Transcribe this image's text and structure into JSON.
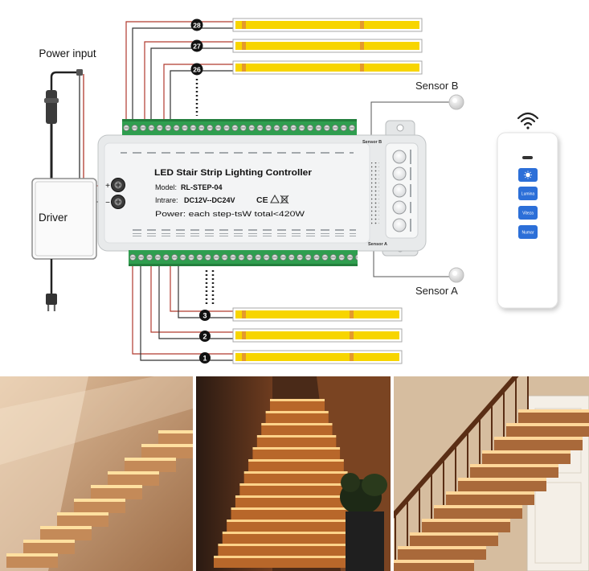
{
  "power_input": {
    "label": "Power input"
  },
  "driver": {
    "label": "Driver"
  },
  "controller": {
    "title": "LED Stair Strip Lighting Controller",
    "model_label": "Model:",
    "model_value": "RL-STEP-04",
    "input_label": "Intrare:",
    "input_value": "DC12V--DC24V",
    "power": "Power: each step-tsW total<420W",
    "plus": "+",
    "minus": "−",
    "cert_mark": "CE",
    "sensor_b_port": "Sensor B",
    "sensor_a_port": "Sensor A"
  },
  "strips_top": [
    {
      "number": "28"
    },
    {
      "number": "27"
    },
    {
      "number": "26"
    }
  ],
  "strips_bottom": [
    {
      "number": "3"
    },
    {
      "number": "2"
    },
    {
      "number": "1"
    }
  ],
  "sensors": {
    "b_label": "Sensor B",
    "a_label": "Sensor A"
  },
  "remote": {
    "buttons": [
      {
        "icon": "sun-icon"
      },
      {
        "label": "Lumina"
      },
      {
        "label": "Viteza"
      },
      {
        "label": "Numar"
      }
    ]
  },
  "colors": {
    "terminal": "#2f9e4f",
    "strip": "#f7d500",
    "remote_button": "#2c6fd8",
    "wire_red": "#b03a2e",
    "wire_black": "#333333"
  }
}
